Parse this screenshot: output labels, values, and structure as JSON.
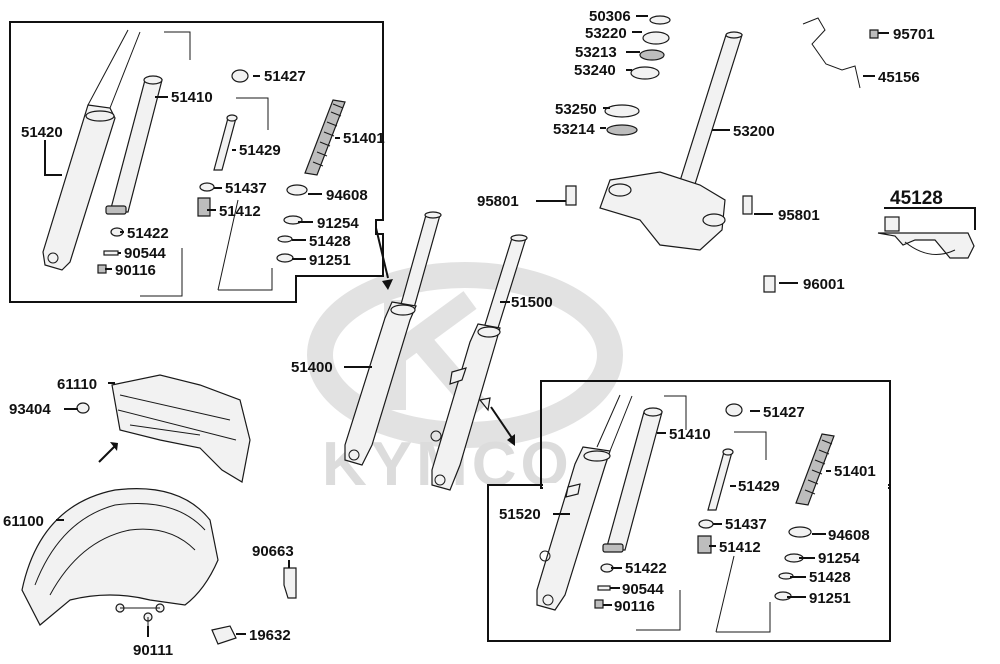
{
  "watermark": {
    "brand": "KYMCO"
  },
  "callouts": {
    "c51420": "51420",
    "c51410a": "51410",
    "c51427a": "51427",
    "c51429a": "51429",
    "c51401a": "51401",
    "c51437a": "51437",
    "c51412a": "51412",
    "c94608a": "94608",
    "c91254a": "91254",
    "c51428a": "51428",
    "c91251a": "91251",
    "c51422a": "51422",
    "c90544a": "90544",
    "c90116a": "90116",
    "c50306": "50306",
    "c53220": "53220",
    "c53213": "53213",
    "c53240": "53240",
    "c53250": "53250",
    "c53214": "53214",
    "c53200": "53200",
    "c95701": "95701",
    "c45156": "45156",
    "c45128": "45128",
    "c95801a": "95801",
    "c95801b": "95801",
    "c96001": "96001",
    "c51400": "51400",
    "c51500": "51500",
    "c61110": "61110",
    "c93404": "93404",
    "c61100": "61100",
    "c90663": "90663",
    "c90111": "90111",
    "c19632": "19632",
    "c51520": "51520",
    "c51410b": "51410",
    "c51427b": "51427",
    "c51429b": "51429",
    "c51401b": "51401",
    "c51437b": "51437",
    "c51412b": "51412",
    "c94608b": "94608",
    "c91254b": "91254",
    "c51428b": "51428",
    "c91251b": "91251",
    "c51422b": "51422",
    "c90544b": "90544",
    "c90116b": "90116"
  }
}
